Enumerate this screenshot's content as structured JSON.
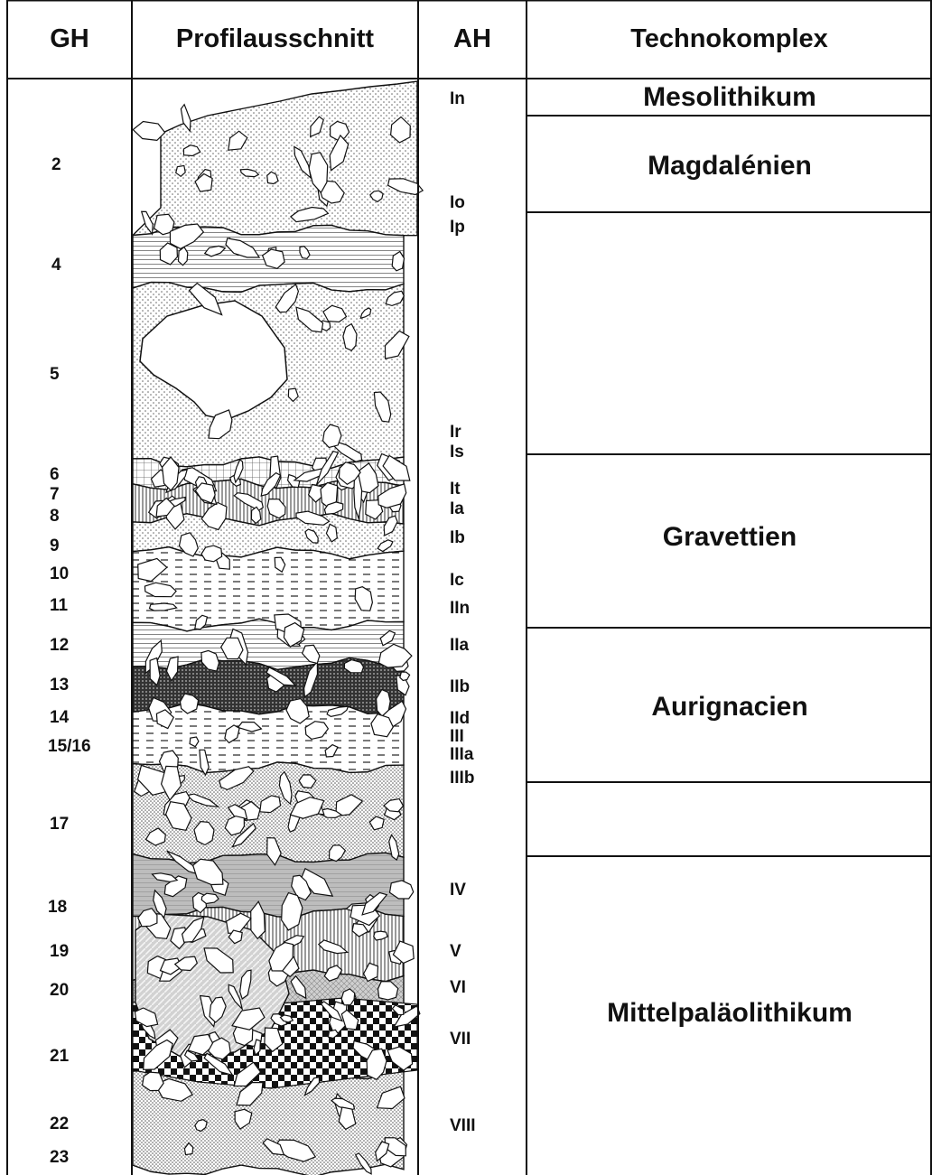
{
  "headers": {
    "gh": "GH",
    "profile": "Profilausschnitt",
    "ah": "AH",
    "techno": "Technokomplex"
  },
  "gh_labels": [
    "2",
    "4",
    "5",
    "6",
    "7",
    "8",
    "9",
    "10",
    "11",
    "12",
    "13",
    "14",
    "15/16",
    "17",
    "18",
    "19",
    "20",
    "21",
    "22",
    "23"
  ],
  "ah_labels": [
    "In",
    "Io",
    "Ip",
    "Ir",
    "Is",
    "It",
    "Ia",
    "Ib",
    "Ic",
    "IIn",
    "IIa",
    "IIb",
    "IId",
    "III",
    "IIIa",
    "IIIb",
    "IV",
    "V",
    "VI",
    "VII",
    "VIII"
  ],
  "technocomplexes": [
    "Mesolithikum",
    "Magdalénien",
    "Gravettien",
    "Aurignacien",
    "Mittelpaläolithikum"
  ],
  "colors": {
    "line": "#111111",
    "background": "#ffffff"
  }
}
